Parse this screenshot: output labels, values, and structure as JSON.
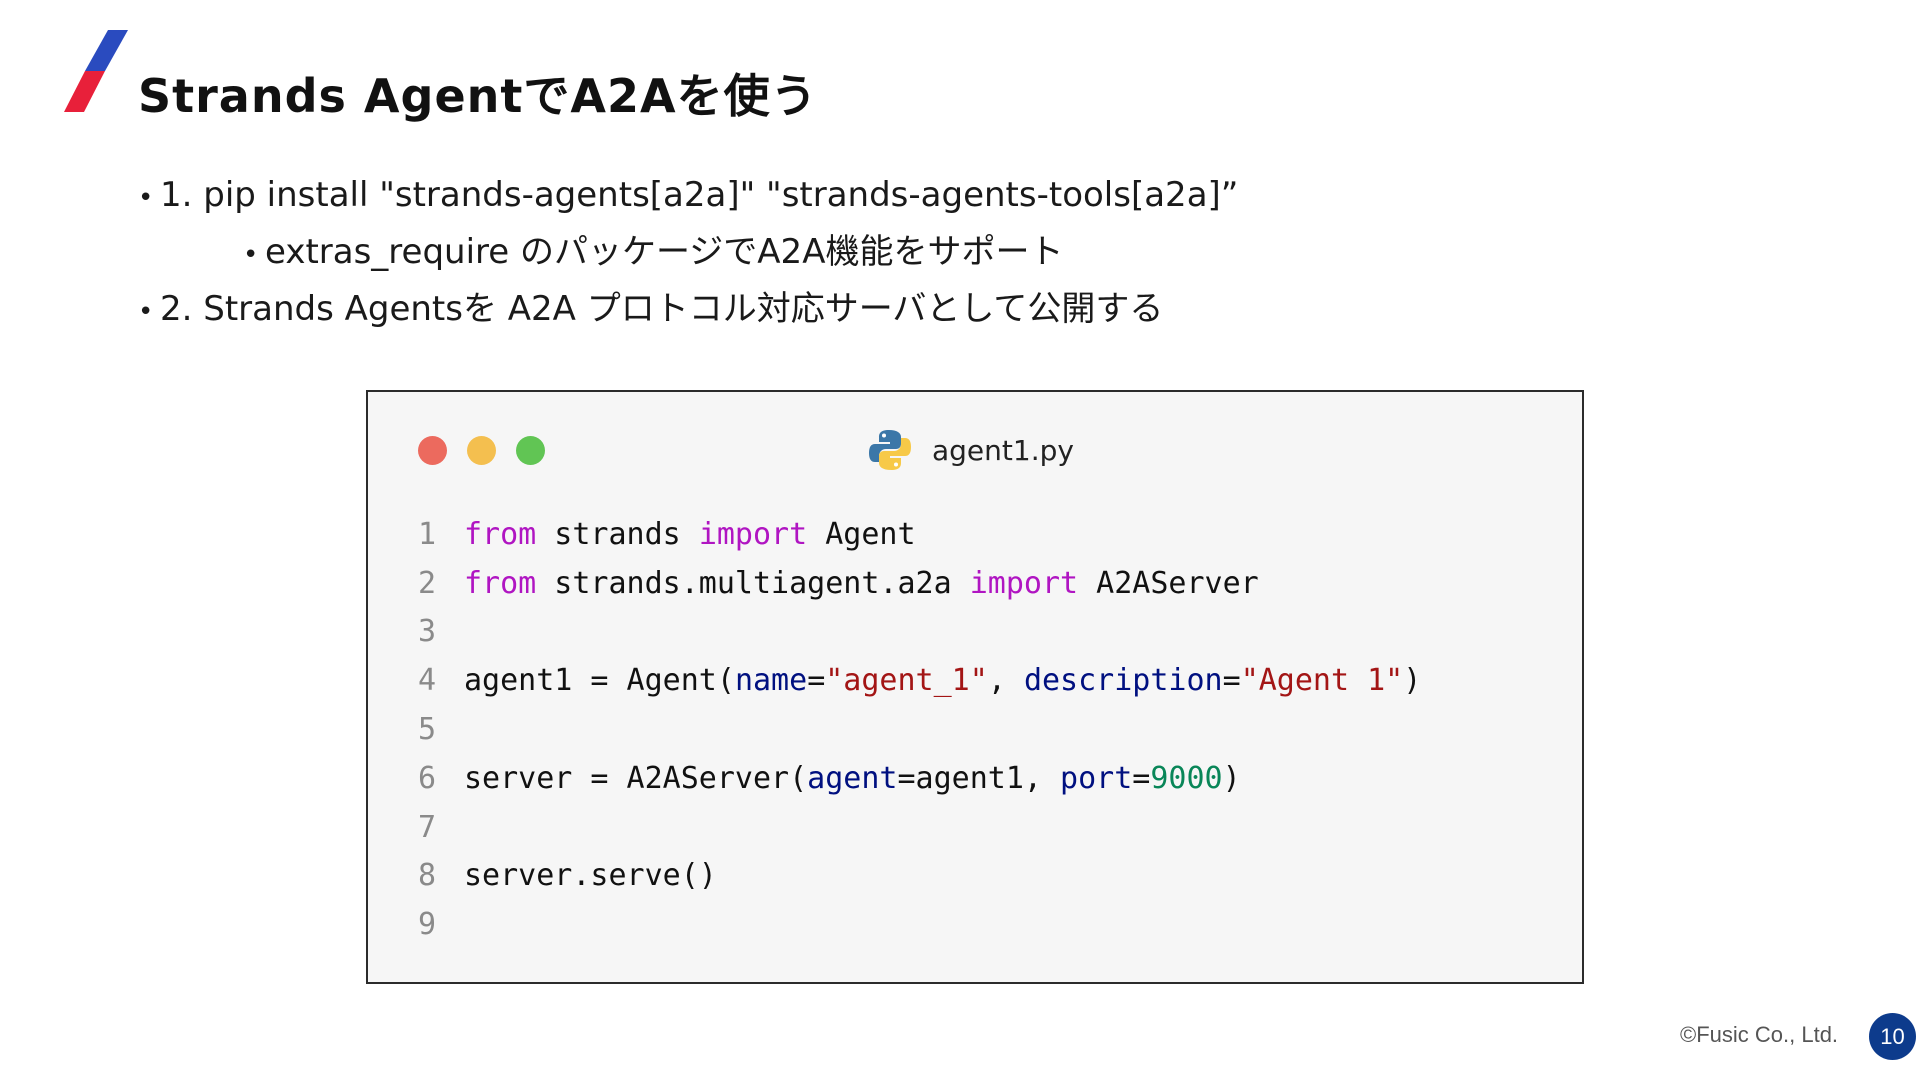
{
  "slide": {
    "title": "Strands AgentでA2Aを使う",
    "bullet_char": "•",
    "bullets": [
      "1. pip install \"strands-agents[a2a]\" \"strands-agents-tools[a2a]”",
      "extras_require のパッケージでA2A機能をサポート",
      "2. Strands Agentsを A2A プロトコル対応サーバとして公開する"
    ]
  },
  "code_window": {
    "filename": "agent1.py",
    "file_icon": "python-icon",
    "lines": [
      {
        "no": "1",
        "tokens": [
          "from",
          " strands ",
          "import",
          " Agent"
        ]
      },
      {
        "no": "2",
        "tokens": [
          "from",
          " strands.multiagent.a2a ",
          "import",
          " A2AServer"
        ]
      },
      {
        "no": "3",
        "tokens": []
      },
      {
        "no": "4",
        "tokens": [
          "agent1 = Agent(",
          "name",
          "=",
          "\"agent_1\"",
          ", ",
          "description",
          "=",
          "\"Agent 1\"",
          ")"
        ]
      },
      {
        "no": "5",
        "tokens": []
      },
      {
        "no": "6",
        "tokens": [
          "server = A2AServer(",
          "agent",
          "=agent1, ",
          "port",
          "=",
          "9000",
          ")"
        ]
      },
      {
        "no": "7",
        "tokens": []
      },
      {
        "no": "8",
        "tokens": [
          "server.serve()"
        ]
      },
      {
        "no": "9",
        "tokens": []
      }
    ]
  },
  "footer": {
    "copyright": "©Fusic Co., Ltd.",
    "page_number": "10"
  },
  "colors": {
    "keyword": "#b015c2",
    "string": "#a31515",
    "parameter": "#001080",
    "number": "#098658",
    "accent_blue": "#2a4bbf",
    "accent_red": "#e8203a",
    "page_badge": "#0d3b8c"
  }
}
